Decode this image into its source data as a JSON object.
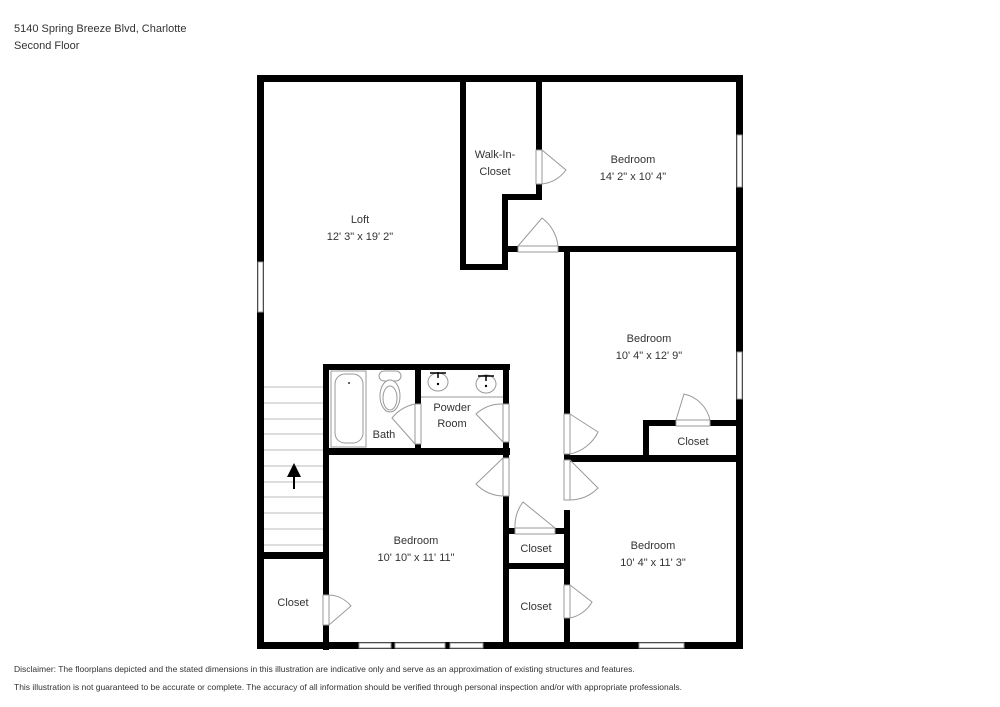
{
  "header": {
    "address": "5140 Spring Breeze Blvd, Charlotte",
    "floor": "Second Floor"
  },
  "rooms": {
    "loft": {
      "name": "Loft",
      "dims": "12' 3\" x 19' 2\""
    },
    "walk_in_closet": {
      "name_line1": "Walk-In-",
      "name_line2": "Closet"
    },
    "bedroom_top_right": {
      "name": "Bedroom",
      "dims": "14' 2\" x 10' 4\""
    },
    "bedroom_middle_right": {
      "name": "Bedroom",
      "dims": "10' 4\" x 12' 9\""
    },
    "closet_middle_right": {
      "name": "Closet"
    },
    "bath": {
      "name": "Bath"
    },
    "powder_room": {
      "name_line1": "Powder",
      "name_line2": "Room"
    },
    "bedroom_bottom_left": {
      "name": "Bedroom",
      "dims": "10' 10\" x 11' 11\""
    },
    "bedroom_bottom_right": {
      "name": "Bedroom",
      "dims": "10' 4\" x 11' 3\""
    },
    "closet_hall_upper": {
      "name": "Closet"
    },
    "closet_hall_lower": {
      "name": "Closet"
    },
    "closet_bottom_left": {
      "name": "Closet"
    }
  },
  "disclaimer": {
    "line1": "Disclaimer: The floorplans depicted and the stated dimensions in this illustration are indicative only and serve as an approximation of existing structures and features.",
    "line2": "This illustration is not guaranteed to be accurate or complete. The accuracy of all information should be verified through personal inspection and/or with appropriate professionals."
  },
  "colors": {
    "wall": "#000000",
    "fixture": "#999999",
    "text": "#333333"
  }
}
